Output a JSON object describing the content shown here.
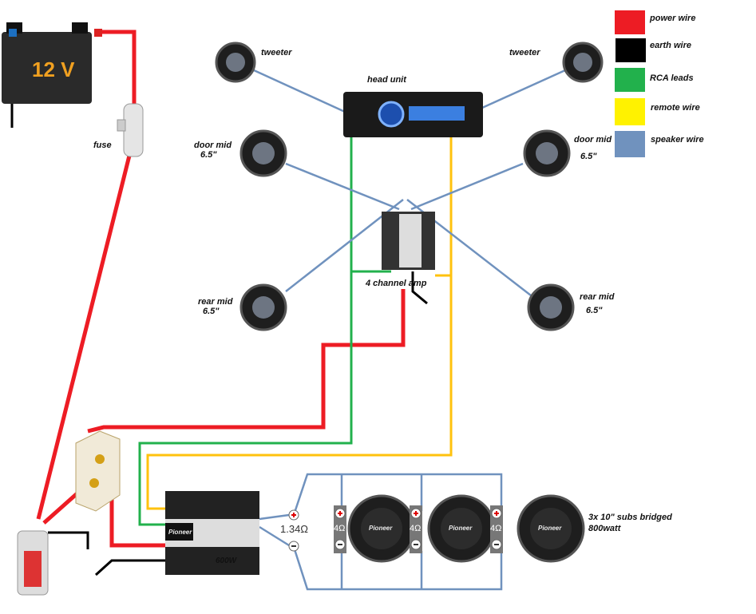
{
  "legend": [
    {
      "label": "power wire",
      "color": "#ed1c24"
    },
    {
      "label": "earth wire",
      "color": "#000000"
    },
    {
      "label": "RCA leads",
      "color": "#22b14c"
    },
    {
      "label": "remote wire",
      "color": "#fff200"
    },
    {
      "label": "speaker wire",
      "color": "#7092be"
    }
  ],
  "labels": {
    "battery": "12 V",
    "fuse": "fuse",
    "head_unit": "head unit",
    "tweeter_left": "tweeter",
    "tweeter_right": "tweeter",
    "door_mid_left": "door mid",
    "door_mid_left_size": "6.5\"",
    "door_mid_right": "door mid",
    "door_mid_right_size": "6.5\"",
    "rear_mid_left": "rear mid",
    "rear_mid_left_size": "6.5\"",
    "rear_mid_right": "rear mid",
    "rear_mid_right_size": "6.5\"",
    "amp4": "4 channel amp",
    "mono_amp": "600W",
    "impedance_total": "1.34Ω",
    "sub_impedance": "4Ω",
    "subs_line1": "3x 10\" subs bridged",
    "subs_line2": "800watt",
    "brand": "Pioneer"
  }
}
